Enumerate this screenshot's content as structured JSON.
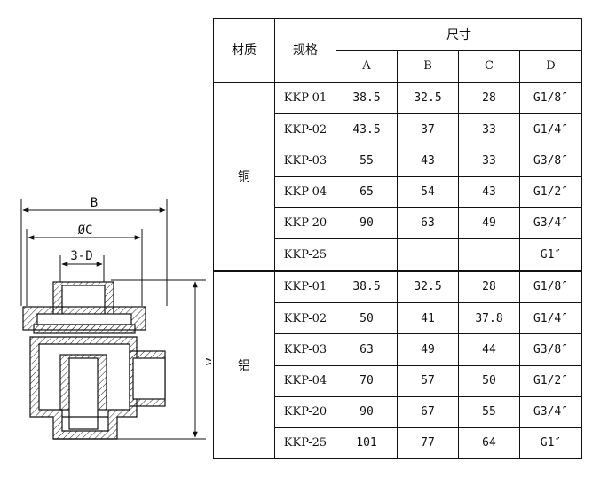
{
  "drawing": {
    "labels": {
      "B": "B",
      "C": "ØC",
      "D": "3-D",
      "A": "A"
    }
  },
  "table": {
    "headers": {
      "material": "材质",
      "model": "规格",
      "size": "尺寸",
      "cols": [
        "A",
        "B",
        "C",
        "D"
      ]
    },
    "groups": [
      {
        "material": "铜",
        "rows": [
          {
            "model": "KKP-01",
            "A": "38.5",
            "B": "32.5",
            "C": "28",
            "D": "G1/8″"
          },
          {
            "model": "KKP-02",
            "A": "43.5",
            "B": "37",
            "C": "33",
            "D": "G1/4″"
          },
          {
            "model": "KKP-03",
            "A": "55",
            "B": "43",
            "C": "33",
            "D": "G3/8″"
          },
          {
            "model": "KKP-04",
            "A": "65",
            "B": "54",
            "C": "43",
            "D": "G1/2″"
          },
          {
            "model": "KKP-20",
            "A": "90",
            "B": "63",
            "C": "49",
            "D": "G3/4″"
          },
          {
            "model": "KKP-25",
            "A": "",
            "B": "",
            "C": "",
            "D": "G1″"
          }
        ]
      },
      {
        "material": "铝",
        "rows": [
          {
            "model": "KKP-01",
            "A": "38.5",
            "B": "32.5",
            "C": "28",
            "D": "G1/8″"
          },
          {
            "model": "KKP-02",
            "A": "50",
            "B": "41",
            "C": "37.8",
            "D": "G1/4″"
          },
          {
            "model": "KKP-03",
            "A": "63",
            "B": "49",
            "C": "44",
            "D": "G3/8″"
          },
          {
            "model": "KKP-04",
            "A": "70",
            "B": "57",
            "C": "50",
            "D": "G1/2″"
          },
          {
            "model": "KKP-20",
            "A": "90",
            "B": "67",
            "C": "55",
            "D": "G3/4″"
          },
          {
            "model": "KKP-25",
            "A": "101",
            "B": "77",
            "C": "64",
            "D": "G1″"
          }
        ]
      }
    ]
  }
}
